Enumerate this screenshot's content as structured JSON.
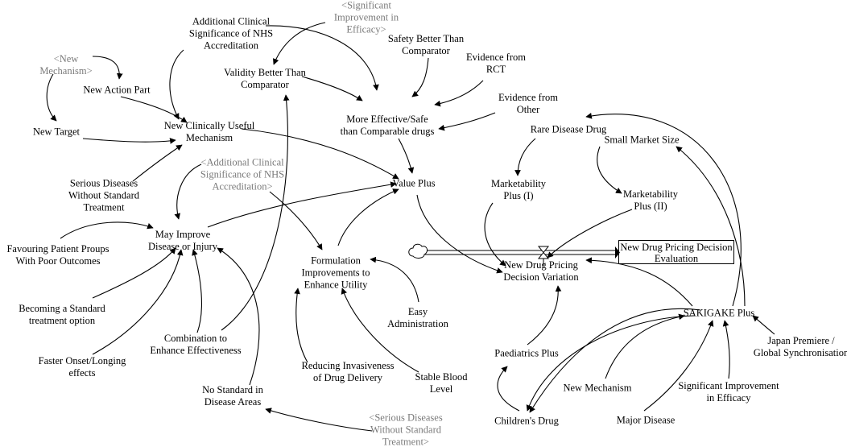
{
  "nodes": {
    "sig_improvement_efficacy_shadow": [
      "<Significant",
      "Improvement in",
      "Efficacy>"
    ],
    "add_clinical_nhs": [
      "Additional Clinical",
      "Significance of NHS",
      "Accreditation"
    ],
    "safety_better": [
      "Safety Better Than",
      "Comparator"
    ],
    "new_mechanism_shadow": [
      "<New",
      "Mechanism>"
    ],
    "evidence_rct": [
      "Evidence from",
      "RCT"
    ],
    "validity_better": [
      "Validity Better Than",
      "Comparator"
    ],
    "new_action_part": [
      "New Action Part"
    ],
    "evidence_other": [
      "Evidence from",
      "Other"
    ],
    "more_effective": [
      "More Effective/Safe",
      "than Comparable drugs"
    ],
    "new_clinically_useful": [
      "New Clinically Useful",
      "Mechanism"
    ],
    "new_target": [
      "New Target"
    ],
    "rare_disease_drug": [
      "Rare Disease Drug"
    ],
    "small_market_size": [
      "Small Market Size"
    ],
    "add_clinical_nhs_shadow": [
      "<Additional Clinical",
      "Significance of NHS",
      "Accreditation>"
    ],
    "serious_diseases": [
      "Serious Diseases",
      "Without Standard",
      "Treatment"
    ],
    "value_plus": [
      "Value Plus"
    ],
    "marketability_1": [
      "Marketability",
      "Plus (I)"
    ],
    "marketability_2": [
      "Marketability",
      "Plus (II)"
    ],
    "may_improve": [
      "May Improve",
      "Disease or Injury"
    ],
    "favouring": [
      "Favouring Patient Proups",
      "With Poor Outcomes"
    ],
    "formulation": [
      "Formulation",
      "Improvements to",
      "Enhance Utility"
    ],
    "new_drug_variation": [
      "New Drug Pricing",
      "Decision Variation"
    ],
    "becoming_standard": [
      "Becoming a Standard",
      "treatment option"
    ],
    "easy_admin": [
      "Easy",
      "Administration"
    ],
    "sakigake": [
      "SAKIGAKE Plus"
    ],
    "japan_premiere": [
      "Japan Premiere /",
      "Global Synchronisation"
    ],
    "combination": [
      "Combination to",
      "Enhance Effectiveness"
    ],
    "paediatrics": [
      "Paediatrics Plus"
    ],
    "faster_onset": [
      "Faster Onset/Longing",
      "effects"
    ],
    "reducing_invasive": [
      "Reducing Invasiveness",
      "of Drug Delivery"
    ],
    "stable_blood": [
      "Stable Blood",
      "Level"
    ],
    "new_mechanism": [
      "New Mechanism"
    ],
    "sig_improvement_efficacy": [
      "Significant Improvement",
      "in Efficacy"
    ],
    "no_standard": [
      "No Standard in",
      "Disease Areas"
    ],
    "major_disease": [
      "Major Disease"
    ],
    "childrens_drug": [
      "Children's Drug"
    ],
    "serious_diseases_shadow": [
      "<Serious Diseases",
      "Without Standard",
      "Treatment>"
    ]
  },
  "stock": {
    "label": [
      "New Drug Pricing Decision",
      "Evaluation"
    ]
  },
  "colors": {
    "link": "#000000",
    "shadow_text": "#7a7a7a",
    "background": "#ffffff"
  }
}
